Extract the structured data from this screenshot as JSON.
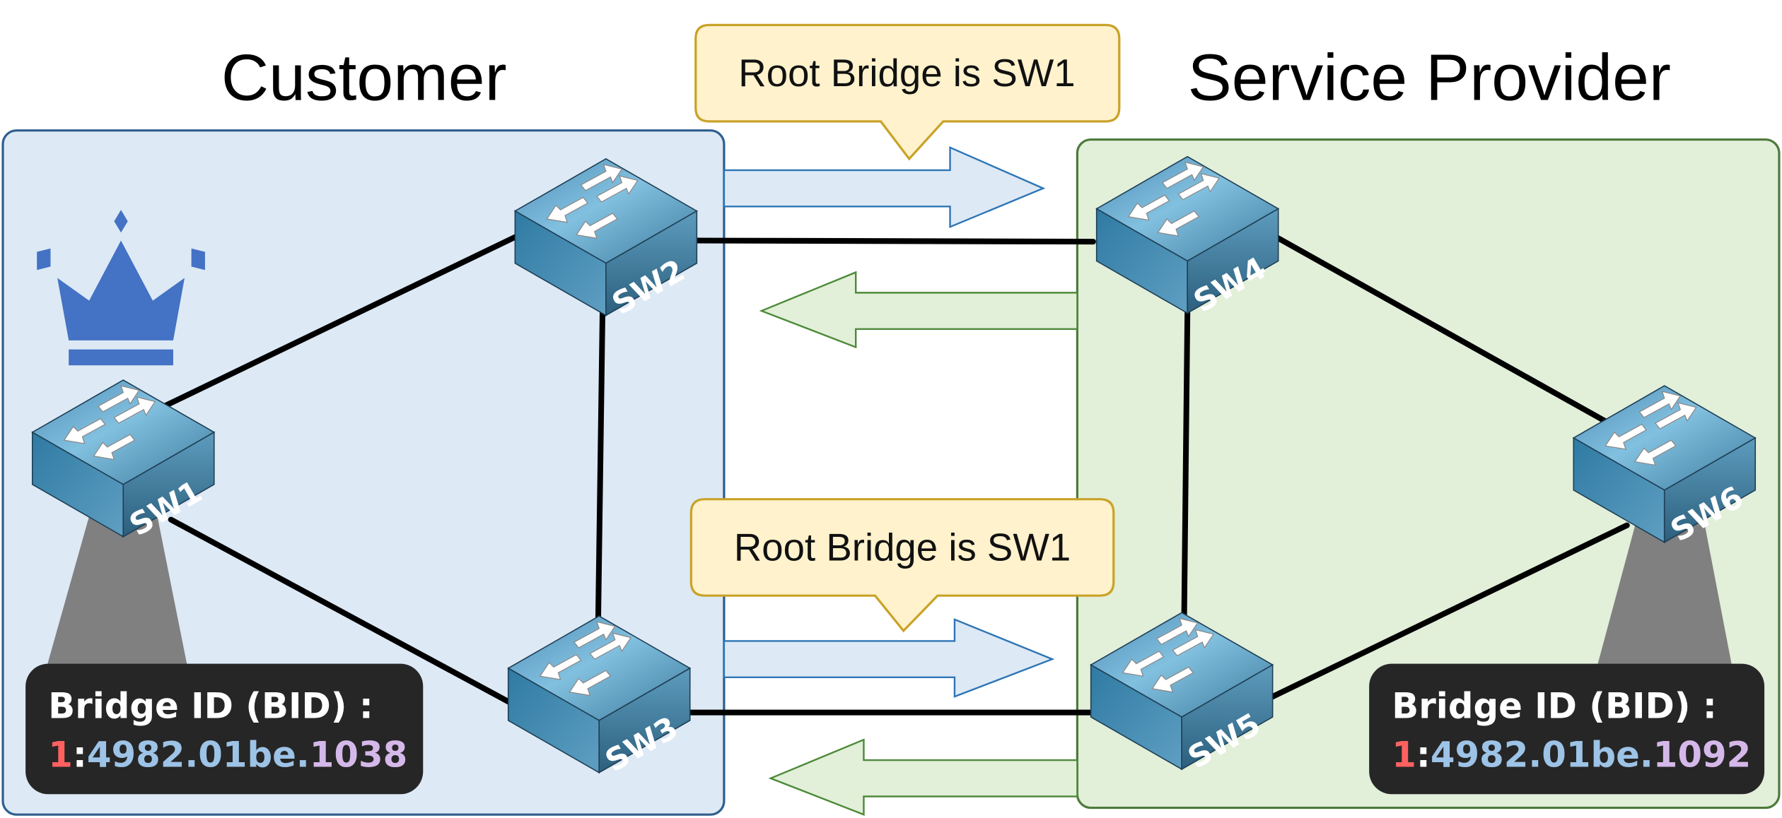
{
  "titles": {
    "customer": "Customer",
    "provider": "Service Provider"
  },
  "callouts": [
    {
      "text": "Root Bridge is SW1"
    },
    {
      "text": "Root Bridge is SW1"
    }
  ],
  "switches": [
    {
      "label": "SW1"
    },
    {
      "label": "SW2"
    },
    {
      "label": "SW3"
    },
    {
      "label": "SW4"
    },
    {
      "label": "SW5"
    },
    {
      "label": "SW6"
    }
  ],
  "bid_boxes": [
    {
      "heading": "Bridge ID (BID) :",
      "priority": "1",
      "sep": ":",
      "mac_prefix": "4982.01be.",
      "mac_suffix": "1038"
    },
    {
      "heading": "Bridge ID (BID) :",
      "priority": "1",
      "sep": ":",
      "mac_prefix": "4982.01be.",
      "mac_suffix": "1092"
    }
  ],
  "icons": {
    "root": "crown-icon",
    "switch": "switch-icon"
  },
  "colors": {
    "customer_fill": "#dde9f5",
    "customer_stroke": "#2e5e8e",
    "provider_fill": "#e2efd9",
    "provider_stroke": "#4e7a3a",
    "callout_fill": "#fff2cc",
    "callout_stroke": "#c9a227",
    "crown": "#4472c4",
    "priority": "#ff6161",
    "mac_prefix": "#9dc3e6",
    "mac_suffix": "#d5b8ea"
  }
}
